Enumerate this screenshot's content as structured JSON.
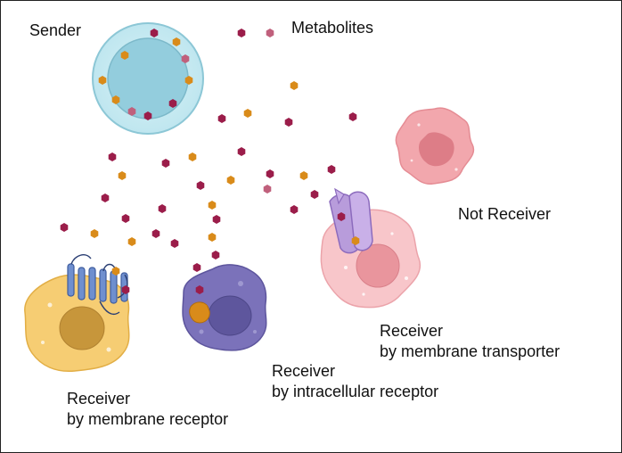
{
  "labels": {
    "sender": "Sender",
    "metabolites": "Metabolites",
    "not_receiver": "Not Receiver",
    "transporter_line1": "Receiver",
    "transporter_line2": "by membrane transporter",
    "intracellular_line1": "Receiver",
    "intracellular_line2": "by intracellular receptor",
    "membrane_line1": "Receiver",
    "membrane_line2": "by membrane receptor"
  },
  "colors": {
    "metabolite_red": "#9b1d4a",
    "metabolite_pink": "#c0607c",
    "metabolite_orange": "#d98b1a",
    "sender_outer": "#c8ecf3",
    "sender_nucleus": "#8fcadb",
    "not_receiver_cell": "#f2a9ae",
    "transporter_cell": "#f7c3c7",
    "transporter_protein": "#b79ad8",
    "intracellular_cell": "#7a70b8",
    "membrane_cell": "#f6cd73",
    "membrane_receptor": "#6f8fcf"
  }
}
